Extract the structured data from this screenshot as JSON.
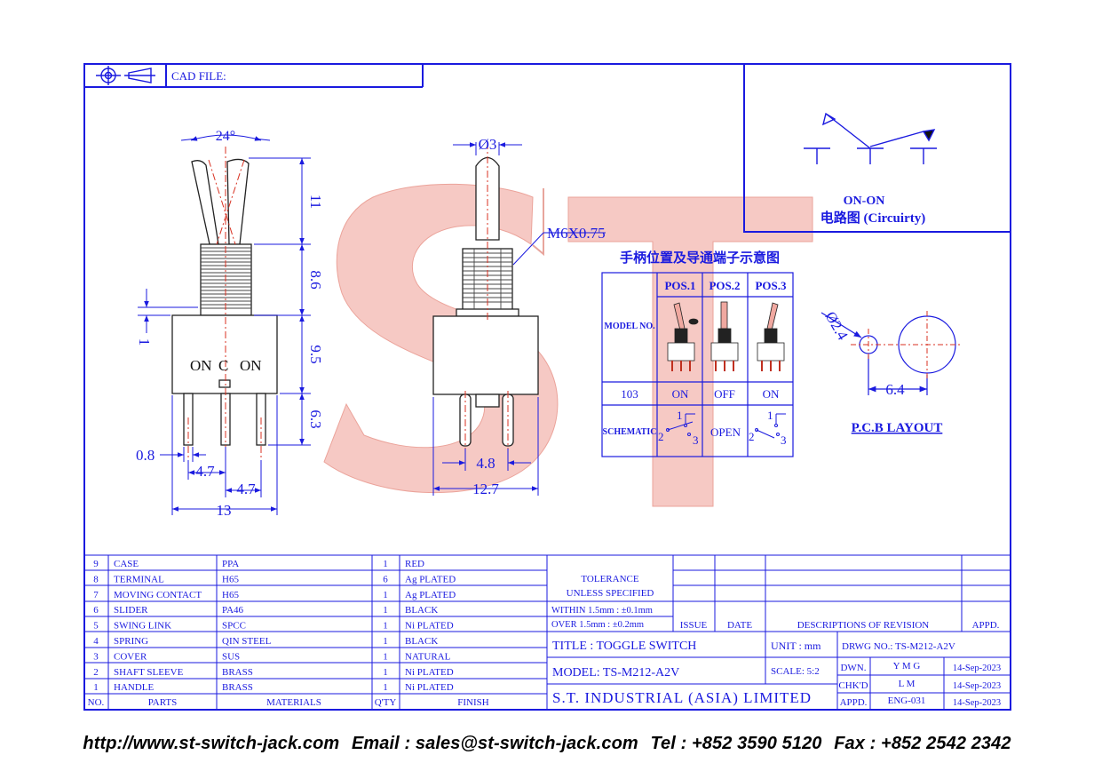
{
  "header": {
    "cad_file_label": "CAD FILE:"
  },
  "colors": {
    "line": "#1a1adf",
    "logo": "#f6c9c4",
    "logo_edge": "#e07a70",
    "red": "#d83020"
  },
  "circuit": {
    "title": "ON-ON",
    "subtitle": "电路图 (Circuirty)"
  },
  "dimensions": {
    "angle": "24°",
    "d11": "11",
    "d86": "8.6",
    "d1": "1",
    "d95": "9.5",
    "d63": "6.3",
    "d08": "0.8",
    "d47a": "4.7",
    "d47b": "4.7",
    "d13": "13",
    "phi3": "Ø3",
    "thread": "M6X0.75",
    "d48": "4.8",
    "d127": "12.7",
    "phi24": "Ø2.4",
    "d64": "6.4"
  },
  "front_labels": {
    "left": "ON",
    "center": "C",
    "right": "ON"
  },
  "position_table": {
    "title": "手柄位置及导通端子示意图",
    "headers": [
      "POS.1",
      "POS.2",
      "POS.3"
    ],
    "model_label": "MODEL NO.",
    "row_103": [
      "103",
      "ON",
      "OFF",
      "ON"
    ],
    "schematic_label": "SCHEMATIC",
    "open_label": "OPEN",
    "pins": [
      "1",
      "2",
      "3"
    ]
  },
  "pcb": {
    "label": "P.C.B LAYOUT"
  },
  "bom": [
    {
      "no": "9",
      "part": "CASE",
      "material": "PPA",
      "qty": "1",
      "finish": "RED"
    },
    {
      "no": "8",
      "part": "TERMINAL",
      "material": "H65",
      "qty": "6",
      "finish": "Ag PLATED"
    },
    {
      "no": "7",
      "part": "MOVING CONTACT",
      "material": "H65",
      "qty": "1",
      "finish": "Ag PLATED"
    },
    {
      "no": "6",
      "part": "SLIDER",
      "material": "PA46",
      "qty": "1",
      "finish": "BLACK"
    },
    {
      "no": "5",
      "part": "SWING LINK",
      "material": "SPCC",
      "qty": "1",
      "finish": "Ni PLATED"
    },
    {
      "no": "4",
      "part": "SPRING",
      "material": "QIN STEEL",
      "qty": "1",
      "finish": "BLACK"
    },
    {
      "no": "3",
      "part": "COVER",
      "material": "SUS",
      "qty": "1",
      "finish": "NATURAL"
    },
    {
      "no": "2",
      "part": "SHAFT SLEEVE",
      "material": "BRASS",
      "qty": "1",
      "finish": "Ni PLATED"
    },
    {
      "no": "1",
      "part": "HANDLE",
      "material": "BRASS",
      "qty": "1",
      "finish": "Ni PLATED"
    }
  ],
  "bom_header": {
    "no": "NO.",
    "part": "PARTS",
    "material": "MATERIALS",
    "qty": "Q'TY",
    "finish": "FINISH"
  },
  "tolerance": {
    "line1": "TOLERANCE",
    "line2": "UNLESS  SPECIFIED",
    "within": "WITHIN  1.5mm : ±0.1mm",
    "over": "OVER    1.5mm : ±0.2mm"
  },
  "revision": {
    "issue": "ISSUE",
    "date": "DATE",
    "desc": "DESCRIPTIONS  OF  REVISION",
    "appd": "APPD."
  },
  "title_block": {
    "title": "TITLE : TOGGLE SWITCH",
    "unit": "UNIT :  mm",
    "drwg": "DRWG NO.: TS-M212-A2V",
    "model": "MODEL: TS-M212-A2V",
    "scale": "SCALE:  5:2",
    "company": "S.T.  INDUSTRIAL  (ASIA)  LIMITED",
    "dwn_label": "DWN.",
    "dwn_name": "Y M G",
    "dwn_date": "14-Sep-2023",
    "chkd_label": "CHK'D",
    "chkd_name": "L M",
    "chkd_date": "14-Sep-2023",
    "appd_label": "APPD.",
    "appd_name": "ENG-031",
    "appd_date": "14-Sep-2023"
  },
  "footer": {
    "url": "http://www.st-switch-jack.com",
    "email": "Email : sales@st-switch-jack.com",
    "tel": "Tel : +852 3590 5120",
    "fax": "Fax : +852 2542 2342"
  }
}
